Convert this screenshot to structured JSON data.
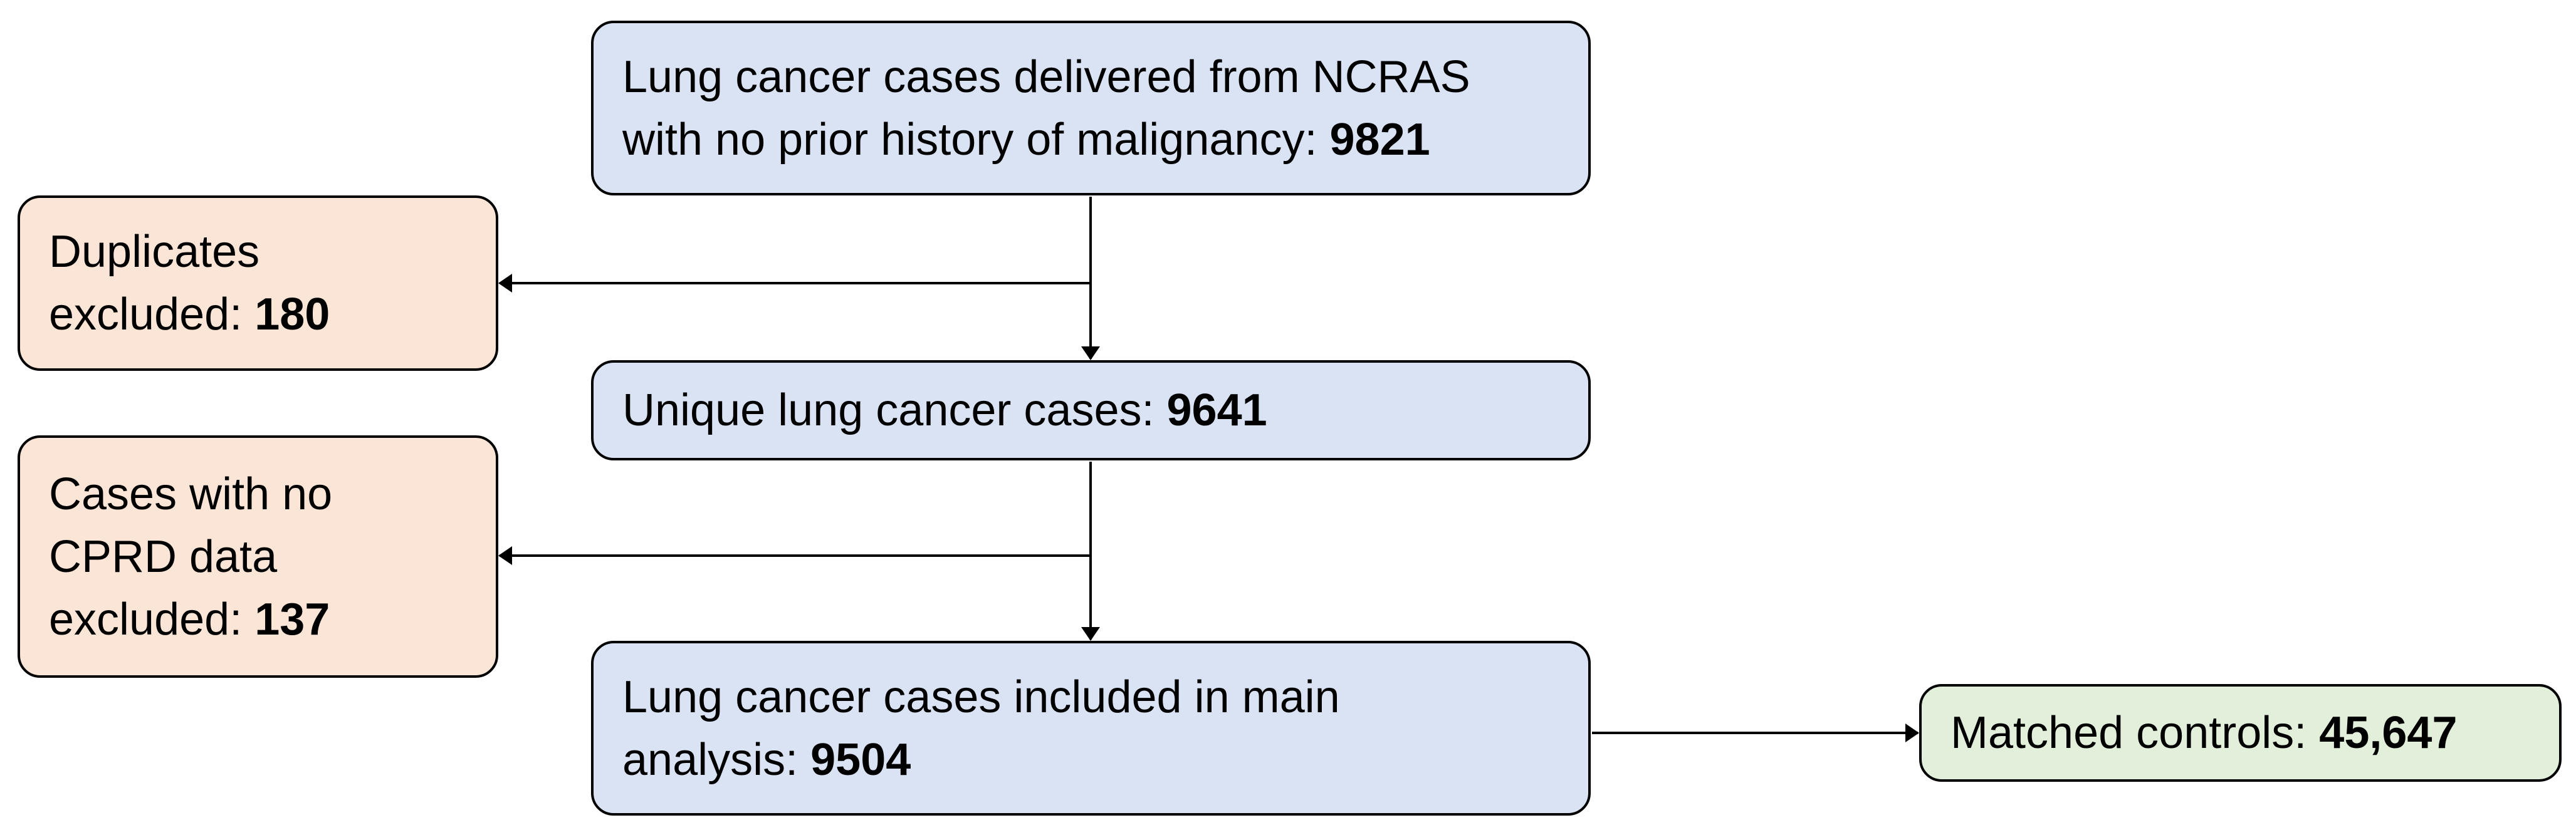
{
  "diagram": {
    "title": "Lung cancer case selection flowchart",
    "colors": {
      "case_box_fill": "#dae3f3",
      "exclusion_box_fill": "#fbe5d6",
      "control_box_fill": "#e2efda",
      "box_border": "#000000",
      "arrow": "#000000",
      "text": "#000000",
      "background": "#ffffff"
    },
    "boxes": {
      "ncras": {
        "line1": "Lung cancer cases delivered from NCRAS",
        "line2_text": "with no prior history of malignancy: ",
        "value": "9821"
      },
      "duplicates": {
        "line1": "Duplicates",
        "line2_text": "excluded: ",
        "value": "180"
      },
      "unique": {
        "text": "Unique lung cancer cases: ",
        "value": "9641"
      },
      "no_cprd": {
        "line1": "Cases with no",
        "line2": "CPRD data",
        "line3_text": "excluded: ",
        "value": "137"
      },
      "main_analysis": {
        "line1": "Lung cancer cases included in main",
        "line2_text": "analysis: ",
        "value": "9504"
      },
      "matched_controls": {
        "text": "Matched controls: ",
        "value": "45,647"
      }
    },
    "arrows": [
      {
        "from": "ncras",
        "to": "unique",
        "direction": "down"
      },
      {
        "from": "ncras-unique-connector",
        "to": "duplicates",
        "direction": "left"
      },
      {
        "from": "unique",
        "to": "main_analysis",
        "direction": "down"
      },
      {
        "from": "unique-main-connector",
        "to": "no_cprd",
        "direction": "left"
      },
      {
        "from": "main_analysis",
        "to": "matched_controls",
        "direction": "right"
      }
    ]
  }
}
